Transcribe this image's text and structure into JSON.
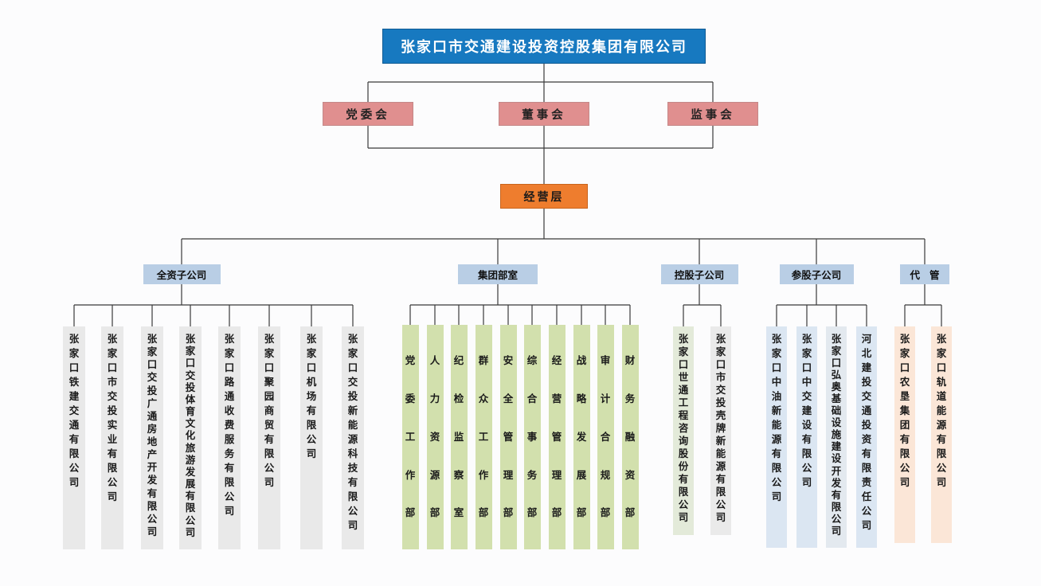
{
  "colors": {
    "line": "#3a3a3a",
    "root_bg": "#1779c0",
    "root_text": "#ffffff",
    "committee_bg": "#e08f8f",
    "committee_text": "#222222",
    "management_bg": "#ee7d2e",
    "management_text": "#1a1a1a",
    "group_header_bg": "#b9cee5",
    "group_header_text": "#111111",
    "box_text": "#1a1a1a"
  },
  "root": {
    "label": "张家口市交通建设投资控股集团有限公司"
  },
  "committees": [
    {
      "label": "党委会"
    },
    {
      "label": "董事会"
    },
    {
      "label": "监事会"
    }
  ],
  "management": {
    "label": "经营层"
  },
  "groups": [
    {
      "label": "全资子公司",
      "children": [
        {
          "label": "张家口铁建交通有限公司",
          "bg": "#e9e9e9"
        },
        {
          "label": "张家口市交投实业有限公司",
          "bg": "#e9e9e9"
        },
        {
          "label": "张家口交投广通房地产开发有限公司",
          "bg": "#e9e9e9"
        },
        {
          "label": "张家口交投体育文化旅游发展有限公司",
          "bg": "#e9e9e9"
        },
        {
          "label": "张家口路通收费服务有限公司",
          "bg": "#e9e9e9"
        },
        {
          "label": "张家口聚园商贸有限公司",
          "bg": "#e9e9e9"
        },
        {
          "label": "张家口机场有限公司",
          "bg": "#e9e9e9"
        },
        {
          "label": "张家口交投新能源科技有限公司",
          "bg": "#e9e9e9"
        }
      ]
    },
    {
      "label": "集团部室",
      "children": [
        {
          "label": "党委工作部",
          "bg": "#d2e0ad"
        },
        {
          "label": "人力资源部",
          "bg": "#d2e0ad"
        },
        {
          "label": "纪检监察室",
          "bg": "#d2e0ad"
        },
        {
          "label": "群众工作部",
          "bg": "#d2e0ad"
        },
        {
          "label": "安全管理部",
          "bg": "#d2e0ad"
        },
        {
          "label": "综合事务部",
          "bg": "#d2e0ad"
        },
        {
          "label": "经营管理部",
          "bg": "#d2e0ad"
        },
        {
          "label": "战略发展部",
          "bg": "#d2e0ad"
        },
        {
          "label": "审计合规部",
          "bg": "#d2e0ad"
        },
        {
          "label": "财务融资部",
          "bg": "#d2e0ad"
        }
      ]
    },
    {
      "label": "控股子公司",
      "children": [
        {
          "label": "张家口世通工程咨询股份有限公司",
          "bg": "#e3ead9"
        },
        {
          "label": "张家口市交投壳牌新能源有限公司",
          "bg": "#eaeaea"
        }
      ]
    },
    {
      "label": "参股子公司",
      "children": [
        {
          "label": "张家口中油新能源有限公司",
          "bg": "#dbe6f2"
        },
        {
          "label": "张家口中交建设有限公司",
          "bg": "#dbe6f2"
        },
        {
          "label": "张家口弘奥基础设施建设开发有限公司",
          "bg": "#e3e9ef"
        },
        {
          "label": "河北建投交通投资有限责任公司",
          "bg": "#dbe6f2"
        }
      ]
    },
    {
      "label": "代管",
      "children": [
        {
          "label": "张家口农垦集团有限公司",
          "bg": "#fbe6d7"
        },
        {
          "label": "张家口轨道能源有限公司",
          "bg": "#fbe6d7"
        }
      ]
    }
  ]
}
